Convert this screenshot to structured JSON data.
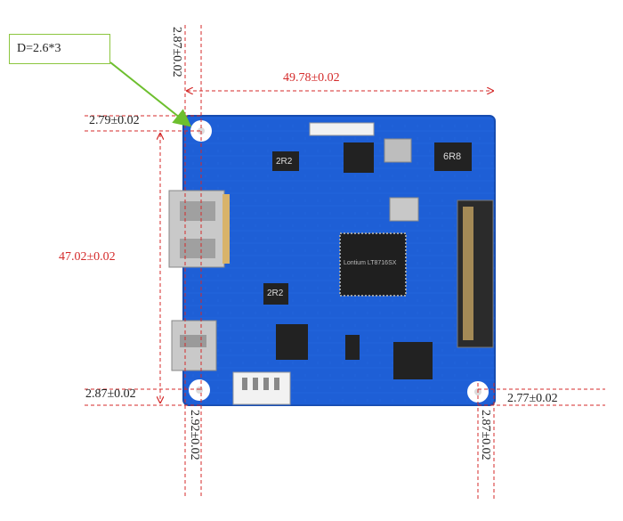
{
  "callout": {
    "text": "D=2.6*3"
  },
  "dimensions": {
    "top_offset_vertical": "2.87±0.02",
    "width": "49.78±0.02",
    "hole_offset_left": "2.79±0.02",
    "height": "47.02±0.02",
    "bottom_left_offset": "2.87±0.02",
    "bottom_offset_vertical": "2.92±0.02",
    "bottom_right_offset": "2.77±0.02",
    "right_offset_vertical": "2.87±0.02"
  },
  "board_chips": {
    "c1": "2R2",
    "c2": "6R8",
    "c3": "2R2",
    "main": "Lontium LT8716SX"
  },
  "colors": {
    "pcb": "#1e5fd6",
    "pcb_edge": "#174cb0",
    "dimension": "#d42a2a",
    "callout_border": "#8cc63f"
  }
}
